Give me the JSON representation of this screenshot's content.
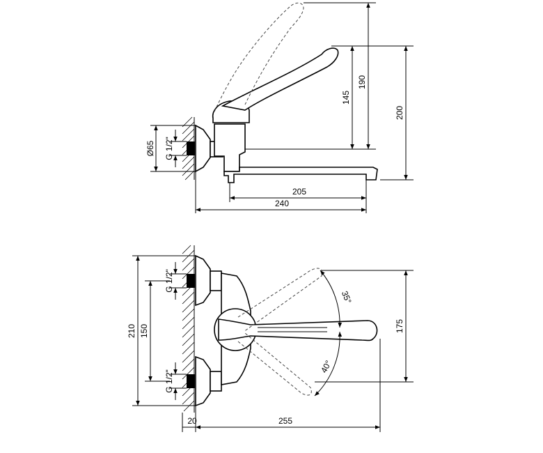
{
  "side_view": {
    "dim_height_total": "200",
    "dim_height_lever": "190",
    "dim_height_spout": "145",
    "dim_diameter": "Ø65",
    "dim_thread": "G 1/2\"",
    "dim_spout_reach": "205",
    "dim_overall_reach": "240"
  },
  "top_view": {
    "dim_width_total": "210",
    "dim_inlet_spacing": "150",
    "dim_thread_upper": "G 1/2\"",
    "dim_thread_lower": "G 1/2\"",
    "dim_lever_span": "175",
    "dim_angle_upper": "35°",
    "dim_angle_lower": "40°",
    "dim_wall_offset": "20",
    "dim_overall_length": "255"
  }
}
